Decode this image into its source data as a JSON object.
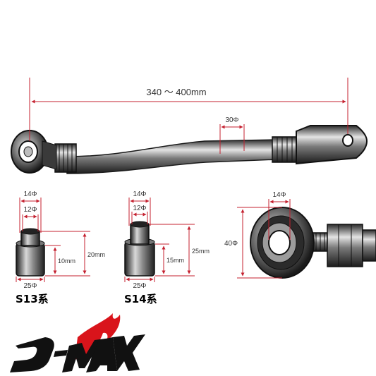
{
  "colors": {
    "dimension_line": "#c4202f",
    "metal_dark": "#1a1a1a",
    "metal_mid": "#6e6e6e",
    "metal_light": "#d8d8d8",
    "logo_red": "#d9141b",
    "logo_black": "#111111"
  },
  "main_rod": {
    "length_label": "340 ～ 400mm",
    "tube_diameter_label": "30Φ"
  },
  "s13": {
    "label": "S13系",
    "outer_diameter_top": "14Φ",
    "inner_diameter": "12Φ",
    "base_diameter": "25Φ",
    "collar_height": "10mm",
    "total_height": "20mm"
  },
  "s14": {
    "label": "S14系",
    "outer_diameter_top": "14Φ",
    "inner_diameter": "12Φ",
    "base_diameter": "25Φ",
    "collar_height": "15mm",
    "total_height": "25mm"
  },
  "rod_end": {
    "bore_diameter": "14Φ",
    "head_diameter": "40Φ"
  },
  "logo": {
    "name": "d-max-logo",
    "text": "D-MAX"
  }
}
